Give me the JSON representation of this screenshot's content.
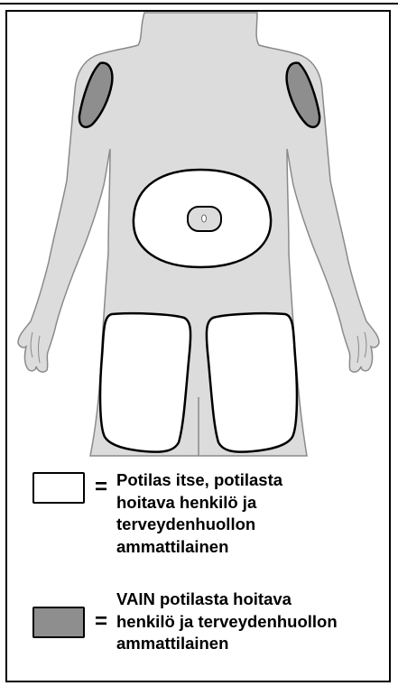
{
  "legend": {
    "equals": "=",
    "white_lines": [
      "Potilas itse, potilasta",
      "hoitava henkilö ja",
      "terveydenhuollon",
      "ammattilainen"
    ],
    "gray_lines": [
      "VAIN potilasta hoitava",
      "henkilö ja terveydenhuollon",
      "ammattilainen"
    ]
  },
  "colors": {
    "body_fill": "#dcdcdc",
    "body_outline": "#8a8a8a",
    "zone_white": "#ffffff",
    "zone_gray": "#8e8e8e",
    "outline": "#000000"
  }
}
